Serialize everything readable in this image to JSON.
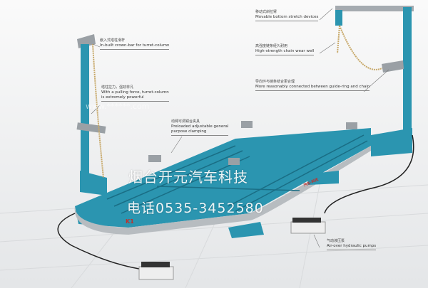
{
  "callouts": [
    {
      "zh": "嵌入式塔柱滑杆",
      "en": [
        "In-built crown-bar for turret-column"
      ]
    },
    {
      "zh": "塔柱拉力，强劲非凡",
      "en": [
        "With a pulling force, turret-column",
        "is extremely powerful"
      ]
    },
    {
      "zh": "动臂可调钳台夹具",
      "en": [
        "Preloaded adjustable general",
        "purpose clamping"
      ]
    },
    {
      "zh": "移动式斜拉臂",
      "en": [
        "Movable bottom stretch devices"
      ]
    },
    {
      "zh": "高强度链条经久耐用",
      "en": [
        "High-strength chain wear well"
      ]
    },
    {
      "zh": "导向环与链条结合更合理",
      "en": [
        "More reasonably connected between guide-ring and chain"
      ]
    },
    {
      "zh": "气动液压泵",
      "en": [
        "Air-over hydraulic pumps"
      ]
    }
  ],
  "watermark": {
    "company": "烟台开元汽车科技",
    "phone": "电话0535-3452580",
    "site": "www.******.com"
  },
  "frame": {
    "model": "K1",
    "brand": "汽车·科技"
  },
  "colors": {
    "frame": "#2b95b0",
    "rail": "#b7bcc0",
    "background": "#f4f5f6"
  }
}
